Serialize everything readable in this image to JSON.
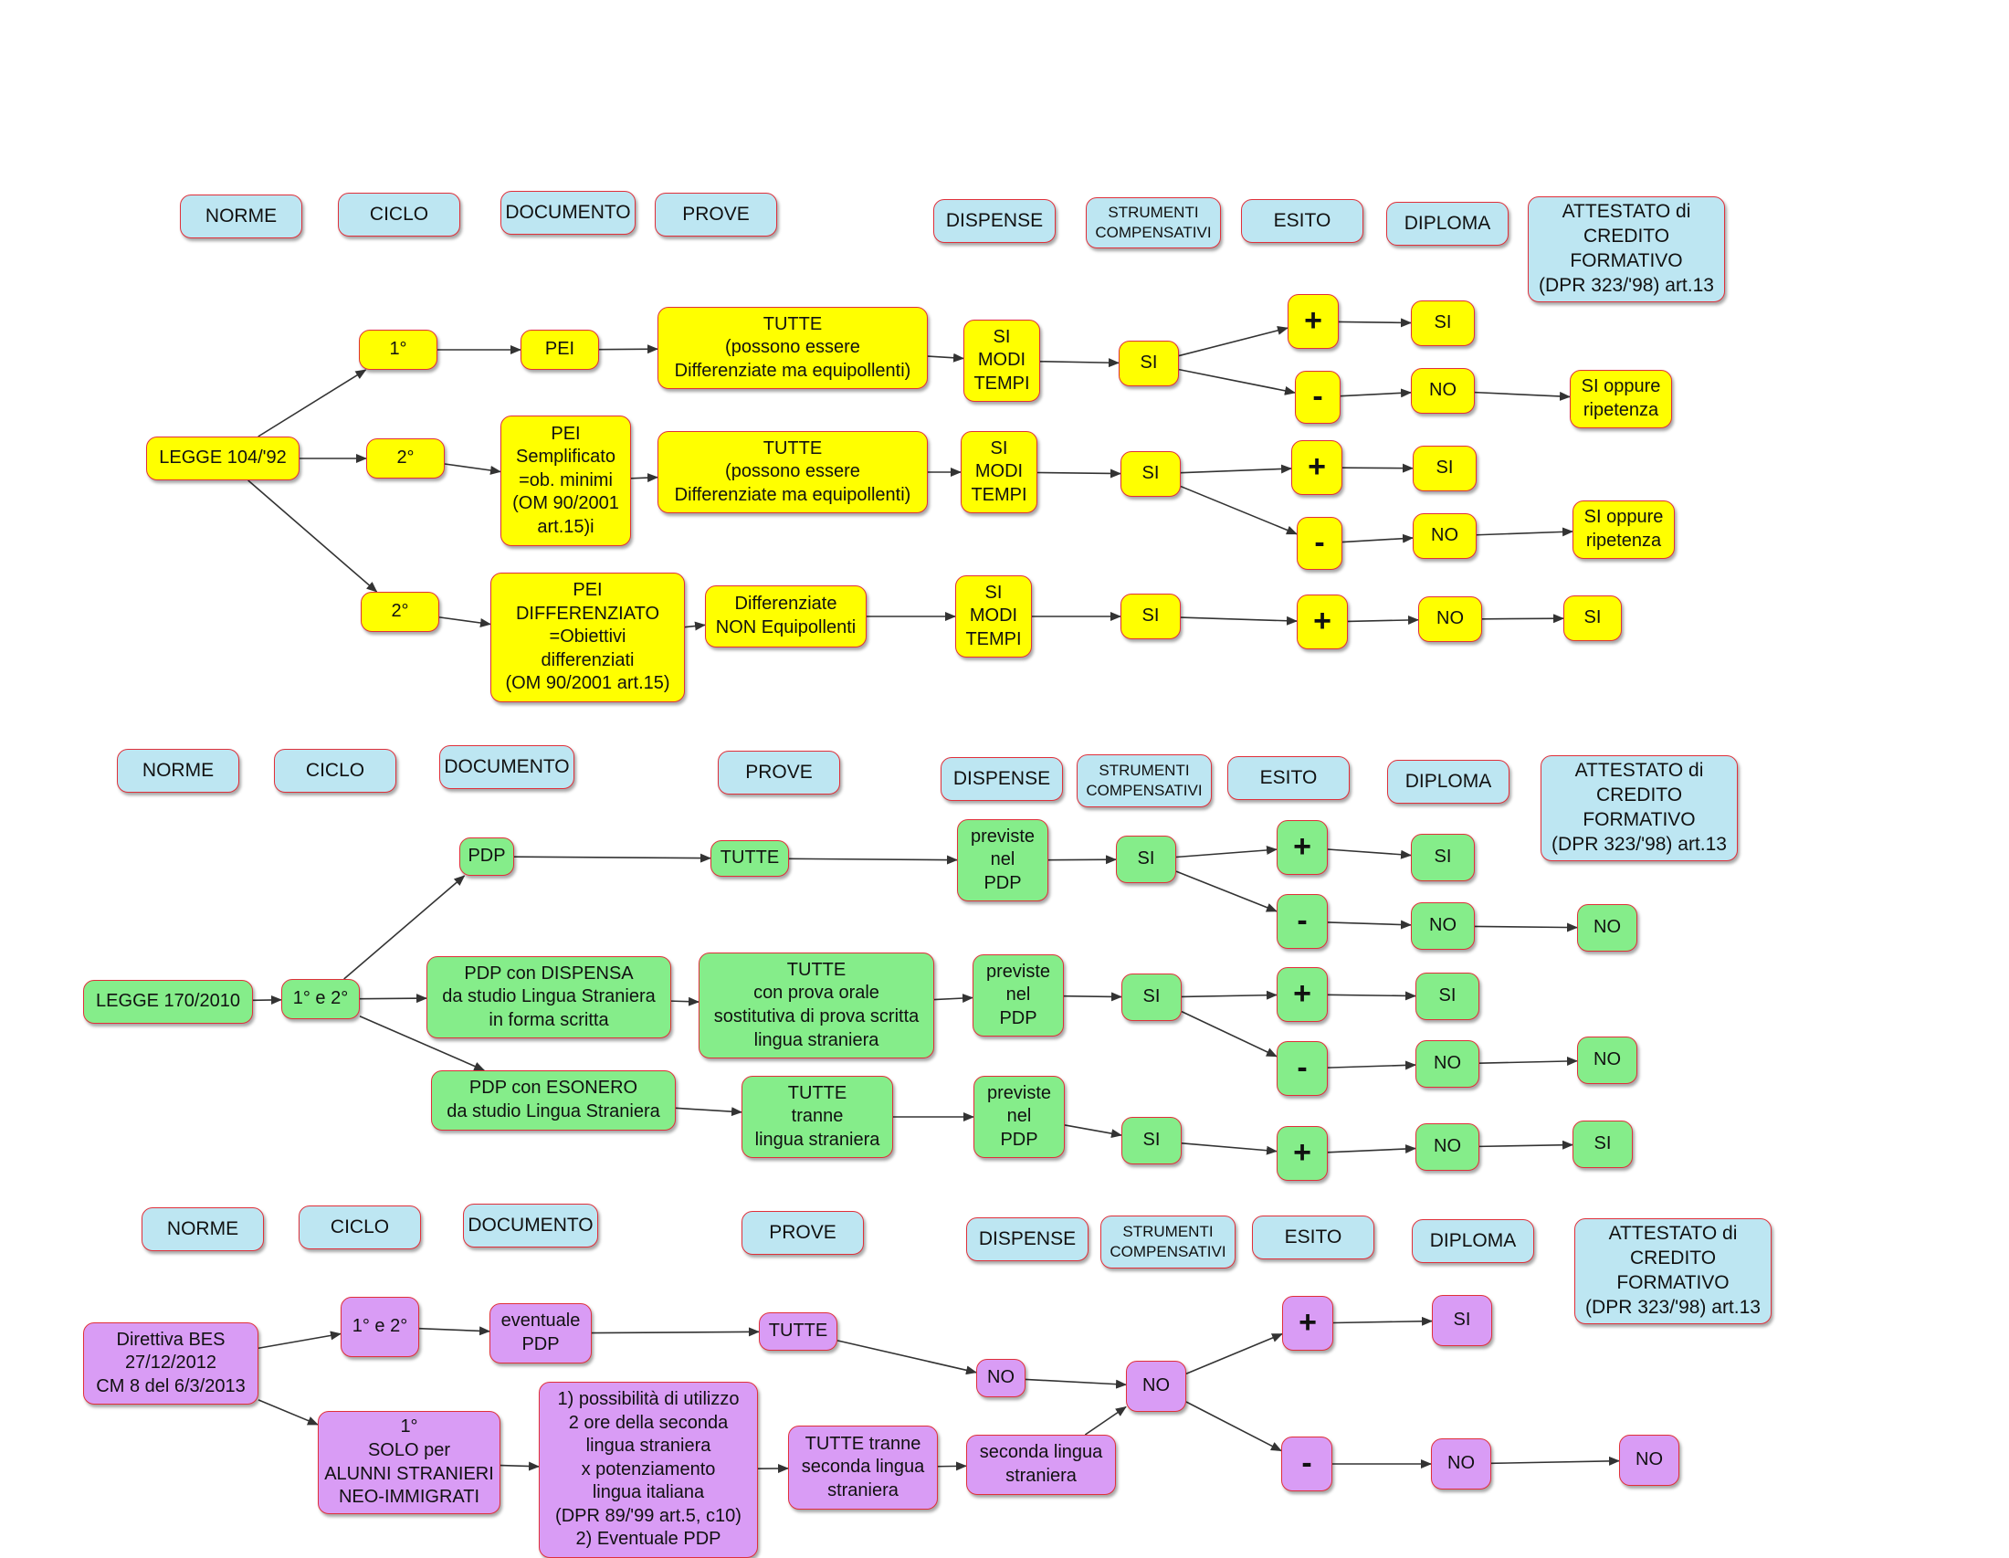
{
  "colors": {
    "header": "#bde6f2",
    "legge104": "#ffff00",
    "legge170": "#85ed8a",
    "bes": "#d99cf5",
    "border": "#e0303a",
    "arrow": "#333333"
  },
  "headers": {
    "norme": "NORME",
    "ciclo": "CICLO",
    "documento": "DOCUMENTO",
    "prove": "PROVE",
    "dispense": "DISPENSE",
    "strumenti": "STRUMENTI\nCOMPENSATIVI",
    "esito": "ESITO",
    "diploma": "DIPLOMA",
    "attestato": "ATTESTATO di\nCREDITO\nFORMATIVO\n(DPR 323/'98) art.13"
  },
  "section1": {
    "legge": "LEGGE 104/'92",
    "ciclo_1": "1°",
    "ciclo_2a": "2°",
    "ciclo_2b": "2°",
    "pei": "PEI",
    "pei_semplificato": "PEI\nSemplificato\n=ob. minimi\n(OM 90/2001\nart.15)i",
    "pei_differenziato": "PEI\nDIFFERENZIATO\n=Obiettivi\ndifferenziati\n(OM 90/2001 art.15)",
    "prove_tutte": "TUTTE\n(possono essere\nDifferenziate ma equipollenti)",
    "prove_diff": "Differenziate\nNON Equipollenti",
    "dispense": "SI\nMODI\nTEMPI",
    "strumenti": "SI",
    "plus": "+",
    "minus": "-",
    "si": "SI",
    "no": "NO",
    "si_oppure": "SI oppure\nripetenza"
  },
  "section2": {
    "legge": "LEGGE 170/2010",
    "ciclo": "1° e 2°",
    "pdp": "PDP",
    "pdp_dispensa": "PDP con DISPENSA\nda studio Lingua Straniera\nin forma scritta",
    "pdp_esonero": "PDP con ESONERO\nda studio Lingua Straniera",
    "prove_tutte": "TUTTE",
    "prove_orale": "TUTTE\ncon  prova orale\nsostitutiva di prova scritta\nlingua straniera",
    "prove_tranne": "TUTTE\ntranne\nlingua straniera",
    "dispense": "previste\nnel\nPDP",
    "strumenti": "SI",
    "plus": "+",
    "minus": "-",
    "si": "SI",
    "no": "NO"
  },
  "section3": {
    "direttiva": "Direttiva BES\n27/12/2012\nCM 8 del 6/3/2013",
    "ciclo_12": "1° e 2°",
    "ciclo_1": "1°\nSOLO per\nALUNNI STRANIERI\nNEO-IMMIGRATI",
    "eventuale_pdp": "eventuale\nPDP",
    "possibilita": "1) possibilità di utilizzo\n2 ore della seconda\nlingua straniera\nx potenziamento\nlingua italiana\n(DPR 89/'99 art.5, c10)\n2) Eventuale PDP",
    "tutte": "TUTTE",
    "tutte_tranne": "TUTTE tranne\nseconda lingua\nstraniera",
    "dispense_no": "NO",
    "seconda_lingua": "seconda lingua\nstraniera",
    "strumenti_no": "NO",
    "plus": "+",
    "minus": "-",
    "si": "SI",
    "no": "NO"
  }
}
